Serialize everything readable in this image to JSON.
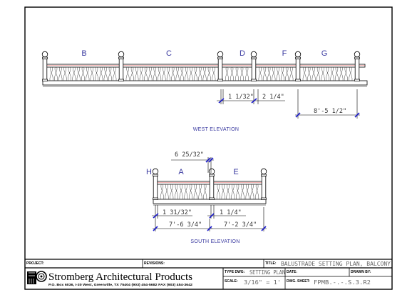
{
  "west": {
    "caption": "WEST ELEVATION",
    "section_letters": [
      "B",
      "C",
      "D",
      "F",
      "G"
    ],
    "dims": [
      "1 1/32\"",
      "2 1/4\"",
      "8'-5 1/2\""
    ]
  },
  "south": {
    "caption": "SOUTH ELEVATION",
    "section_letters": [
      "H",
      "A",
      "E"
    ],
    "dims": [
      "6 25/32\"",
      "1 31/32\"",
      "1 1/4\"",
      "7'-6 3/4\"",
      "7'-2 3/4\""
    ]
  },
  "title_block": {
    "project_label": "PROJECT:",
    "revisions_label": "REVISIONS:",
    "title_label": "TITLE:",
    "title_value": "BALUSTRADE SETTING PLAN, BALCONY",
    "company": "Stromberg Architectural Products",
    "address": "P.O. Box 6036, I-30 West, Greenville, TX 75404  (903) 454-5682  FAX (903) 454-3642",
    "type_dwg_label": "TYPE DWG:",
    "type_dwg_value": "SETTING PLAN",
    "date_label": "DATE:",
    "drawn_by_label": "DRAWN BY:",
    "scale_label": "SCALE:",
    "scale_value": "3/16\" = 1'",
    "dwg_sheet_label": "DWG. SHEET:",
    "dwg_sheet_value": "FPMB.-.-.S.3.R2"
  },
  "colors": {
    "line": "#000000",
    "annotation_blue": "#3a3aa0",
    "dimension_marker": "#1a1acc",
    "baluster_line": "#444444",
    "value_gray": "#666666"
  }
}
